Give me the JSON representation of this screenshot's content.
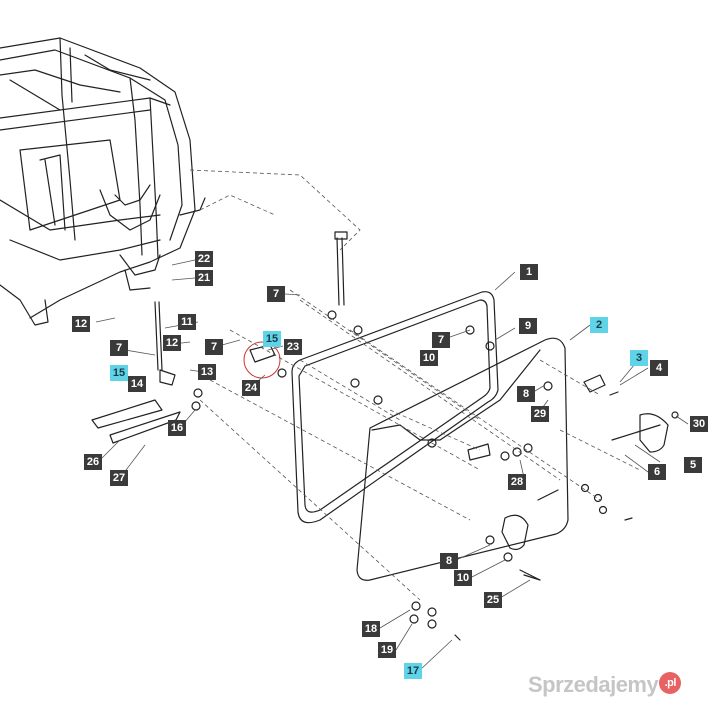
{
  "diagram": {
    "callouts": [
      {
        "id": "c1",
        "label": "1",
        "hl": false
      },
      {
        "id": "c2",
        "label": "2",
        "hl": true
      },
      {
        "id": "c3",
        "label": "3",
        "hl": true
      },
      {
        "id": "c4",
        "label": "4",
        "hl": false
      },
      {
        "id": "c5",
        "label": "5",
        "hl": false
      },
      {
        "id": "c6",
        "label": "6",
        "hl": false
      },
      {
        "id": "c7a",
        "label": "7",
        "hl": false
      },
      {
        "id": "c7b",
        "label": "7",
        "hl": false
      },
      {
        "id": "c7c",
        "label": "7",
        "hl": false
      },
      {
        "id": "c7d",
        "label": "7",
        "hl": false
      },
      {
        "id": "c8a",
        "label": "8",
        "hl": false
      },
      {
        "id": "c8b",
        "label": "8",
        "hl": false
      },
      {
        "id": "c9",
        "label": "9",
        "hl": false
      },
      {
        "id": "c10a",
        "label": "10",
        "hl": false
      },
      {
        "id": "c10b",
        "label": "10",
        "hl": false
      },
      {
        "id": "c11",
        "label": "11",
        "hl": false
      },
      {
        "id": "c12a",
        "label": "12",
        "hl": false
      },
      {
        "id": "c12b",
        "label": "12",
        "hl": false
      },
      {
        "id": "c13",
        "label": "13",
        "hl": false
      },
      {
        "id": "c14",
        "label": "14",
        "hl": false
      },
      {
        "id": "c15a",
        "label": "15",
        "hl": true
      },
      {
        "id": "c15b",
        "label": "15",
        "hl": true
      },
      {
        "id": "c16",
        "label": "16",
        "hl": false
      },
      {
        "id": "c17",
        "label": "17",
        "hl": true
      },
      {
        "id": "c18",
        "label": "18",
        "hl": false
      },
      {
        "id": "c19",
        "label": "19",
        "hl": false
      },
      {
        "id": "c21",
        "label": "21",
        "hl": false
      },
      {
        "id": "c22",
        "label": "22",
        "hl": false
      },
      {
        "id": "c23",
        "label": "23",
        "hl": false
      },
      {
        "id": "c24",
        "label": "24",
        "hl": false
      },
      {
        "id": "c25",
        "label": "25",
        "hl": false
      },
      {
        "id": "c26",
        "label": "26",
        "hl": false
      },
      {
        "id": "c27",
        "label": "27",
        "hl": false
      },
      {
        "id": "c28",
        "label": "28",
        "hl": false
      },
      {
        "id": "c29",
        "label": "29",
        "hl": false
      },
      {
        "id": "c30",
        "label": "30",
        "hl": false
      }
    ],
    "colors": {
      "callout_bg": "#3a3a3a",
      "callout_highlight": "#5fd3e8",
      "line": "#222222",
      "leader": "#555555"
    }
  },
  "watermark": {
    "text": "Sprzedajemy",
    "badge": ".pl"
  }
}
